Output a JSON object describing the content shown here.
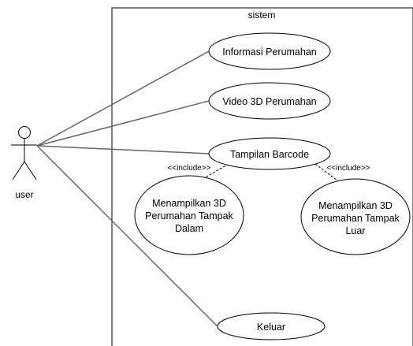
{
  "system": {
    "title": "sistem"
  },
  "actor": {
    "name": "user"
  },
  "use_cases": [
    {
      "id": "informasi",
      "lines": [
        "Informasi Perumahan"
      ]
    },
    {
      "id": "video",
      "lines": [
        "Video 3D Perumahan"
      ]
    },
    {
      "id": "barcode",
      "lines": [
        "Tampilan Barcode"
      ]
    },
    {
      "id": "dalam",
      "lines": [
        "Menampilkan 3D",
        "Perumahan Tampak",
        "Dalam"
      ]
    },
    {
      "id": "luar",
      "lines": [
        "Menampilkan 3D",
        "Perumahan Tampak",
        "Luar"
      ]
    },
    {
      "id": "keluar",
      "lines": [
        "Keluar"
      ]
    }
  ],
  "relations": {
    "include_left": "<<include>>",
    "include_right": "<<include>>"
  },
  "colors": {
    "line": "#000000",
    "association": "#666666",
    "background": "#ffffff"
  }
}
